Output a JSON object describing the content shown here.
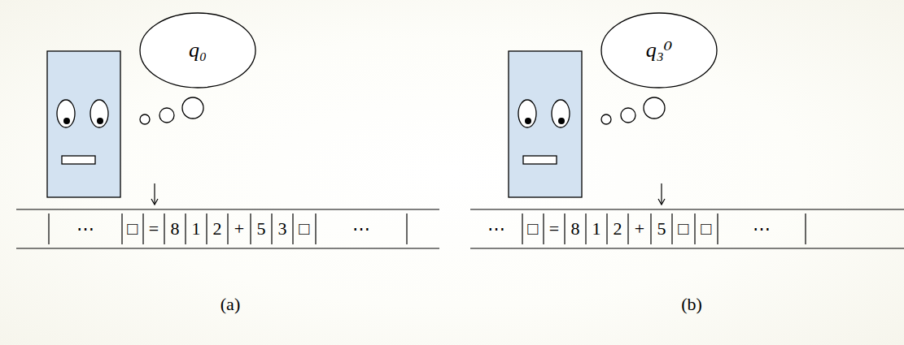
{
  "diagram": {
    "nodes": [
      {
        "text": [
          "q₀"
        ]
      },
      {
        "text": [
          "q₃⁰"
        ]
      }
    ],
    "labels": [
      "⋯",
      "□",
      "=",
      "8",
      "1",
      "2",
      "+",
      "5",
      "3",
      "□",
      "⋯",
      "⋯",
      "□",
      "=",
      "8",
      "1",
      "2",
      "+",
      "5",
      "□",
      "□",
      "⋯",
      "(a)",
      "(b)"
    ]
  }
}
